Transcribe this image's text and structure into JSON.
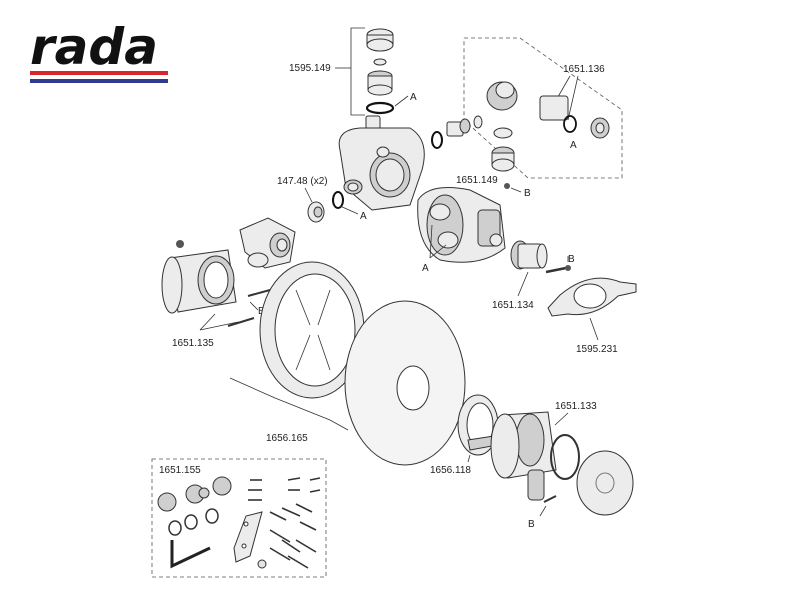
{
  "brand": {
    "logo_text": "rada",
    "colors": {
      "text": "#111111",
      "red_bar": "#d9262c",
      "blue_bar": "#2f3b8f"
    }
  },
  "callouts": {
    "c1595_149": "1595.149",
    "c1651_136": "1651.136",
    "c147_48": "147.48 (x2)",
    "c1651_149": "1651.149",
    "c1651_134": "1651.134",
    "c1595_231": "1595.231",
    "c1651_135": "1651.135",
    "c1656_165": "1656.165",
    "c1656_118": "1656.118",
    "c1651_133": "1651.133",
    "c1651_155": "1651.155"
  },
  "seal_labels": {
    "a1": "A",
    "a2": "A",
    "a3": "A",
    "a4": "A",
    "b1": "B",
    "b2": "B",
    "b3": "B",
    "b4": "B"
  }
}
